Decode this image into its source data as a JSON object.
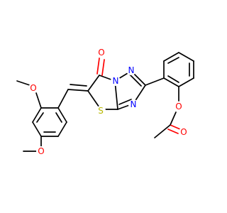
{
  "colors": {
    "carbon": "#000000",
    "oxygen": "#ff0000",
    "nitrogen": "#0000ff",
    "sulfur": "#b8b800"
  },
  "atoms": {
    "o_ketone": "O",
    "n_bridge": "N",
    "n_upper": "N",
    "n_lower": "N",
    "s_ring": "S",
    "o_methoxy_top": "O",
    "o_methoxy_bottom": "O",
    "o_ester": "O",
    "o_carbonyl": "O"
  }
}
